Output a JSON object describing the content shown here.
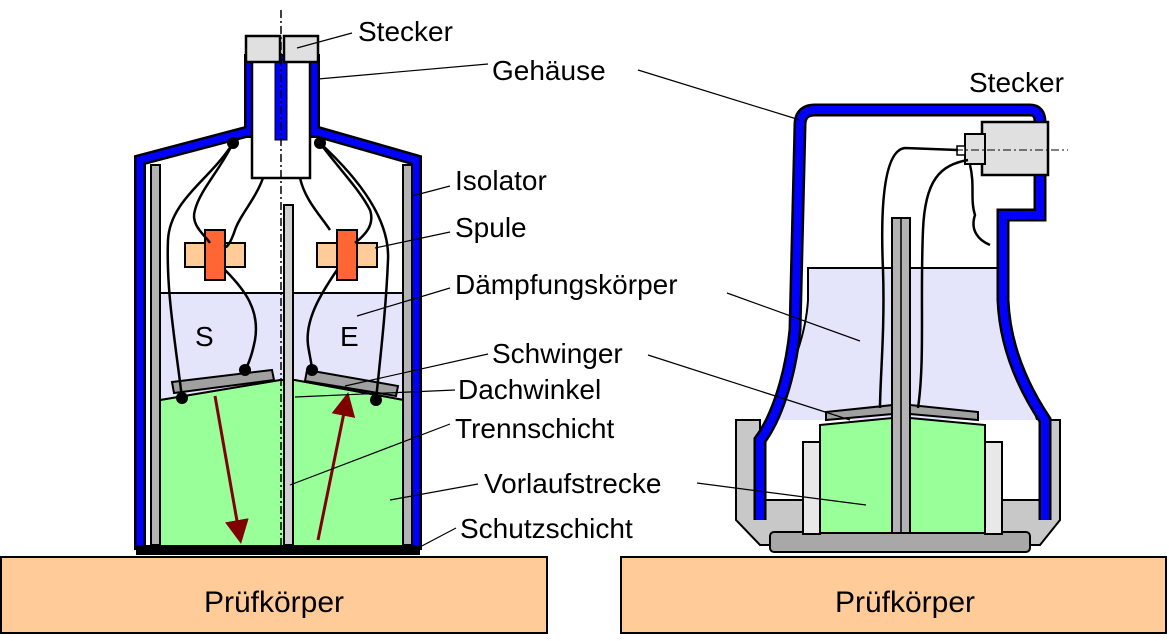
{
  "labels": {
    "stecker": "Stecker",
    "gehaeuse": "Gehäuse",
    "isolator": "Isolator",
    "spule": "Spule",
    "daempfung": "Dämpfungskörper",
    "schwinger": "Schwinger",
    "dachwinkel": "Dachwinkel",
    "trennschicht": "Trennschicht",
    "vorlaufstrecke": "Vorlaufstrecke",
    "schutzschicht": "Schutzschicht",
    "sender": "S",
    "empfaenger": "E",
    "stecker_right": "Stecker",
    "pruefkoerper_left": "Prüfkörper",
    "pruefkoerper_right": "Prüfkörper"
  },
  "colors": {
    "housing": "#0000ff",
    "damping": "#e4e4fa",
    "delay_line": "#99ff99",
    "coil_core": "#ff6633",
    "coil_body": "#ffcc99",
    "test_body": "#ffcc99",
    "isolator": "#b3b3b3",
    "sound_path": "#800000"
  }
}
